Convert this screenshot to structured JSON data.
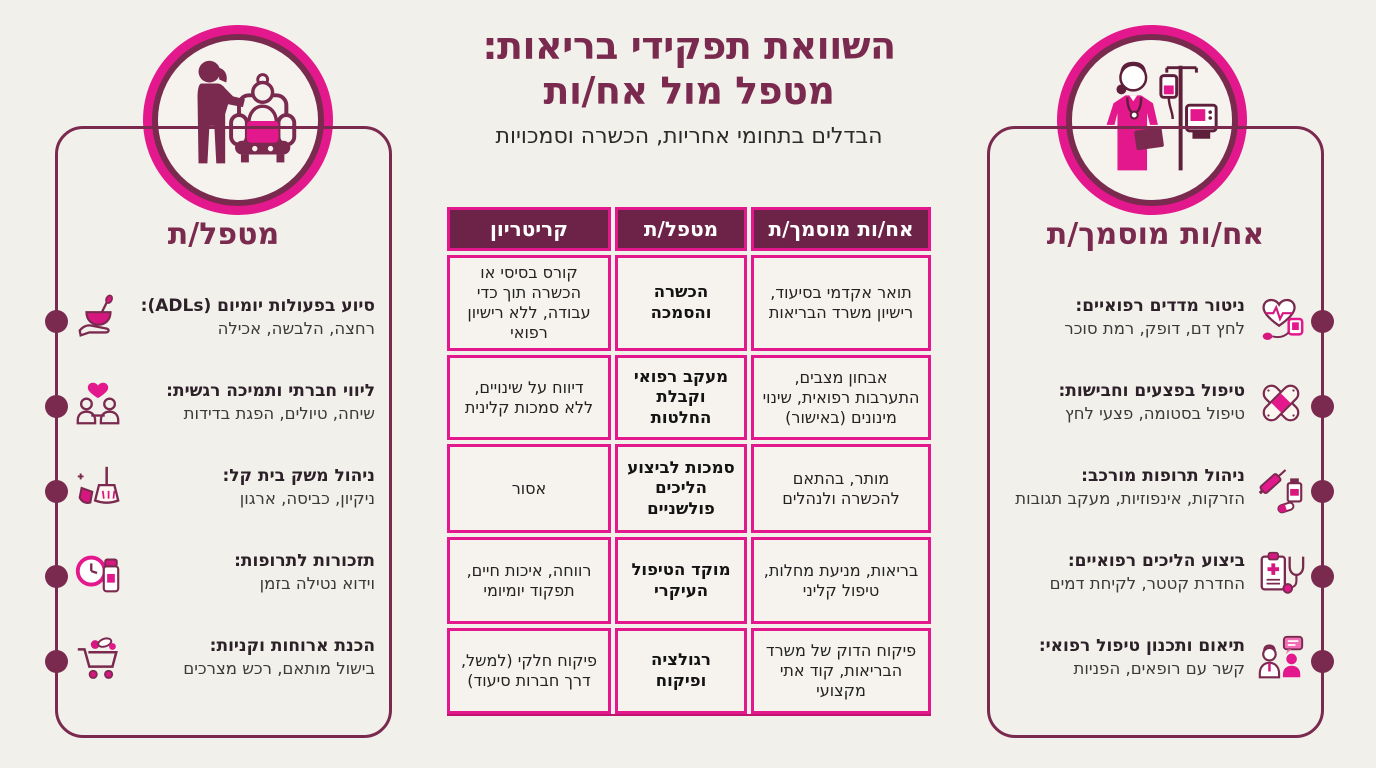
{
  "colors": {
    "background": "#f2f0ea",
    "maroon": "#7a2a4e",
    "header_maroon": "#6d2347",
    "magenta": "#e3188c",
    "deep_pink": "#d6177f"
  },
  "title": {
    "line1": "השוואת תפקידי בריאות:",
    "line2": "מטפל מול אח/ות",
    "subtitle": "הבדלים בתחומי אחריות, הכשרה וסמכויות"
  },
  "left_panel": {
    "title": "מטפל/ת",
    "illustration": "caregiver-with-elderly-illustration",
    "items": [
      {
        "icon": "bowl-hand-icon",
        "bold": "סיוע בפעולות יומיום (ADLs):",
        "text": "רחצה, הלבשה, אכילה"
      },
      {
        "icon": "people-heart-icon",
        "bold": "ליווי חברתי ותמיכה רגשית:",
        "text": "שיחה, טיולים, הפגת בדידות"
      },
      {
        "icon": "broom-dustpan-icon",
        "bold": "ניהול משק בית קל:",
        "text": "ניקיון, כביסה, ארגון"
      },
      {
        "icon": "clock-medicine-icon",
        "bold": "תזכורות לתרופות:",
        "text": "וידוא נטילה בזמן"
      },
      {
        "icon": "grocery-cart-icon",
        "bold": "הכנת ארוחות וקניות:",
        "text": "בישול מותאם, רכש מצרכים"
      }
    ]
  },
  "right_panel": {
    "title": "אח/ות מוסמך/ת",
    "illustration": "nurse-with-iv-illustration",
    "items": [
      {
        "icon": "heart-monitor-icon",
        "bold": "ניטור מדדים רפואיים:",
        "text": "לחץ דם, דופק, רמת סוכר"
      },
      {
        "icon": "bandage-icon",
        "bold": "טיפול בפצעים וחבישות:",
        "text": "טיפול בסטומה, פצעי לחץ"
      },
      {
        "icon": "syringe-meds-icon",
        "bold": "ניהול תרופות מורכב:",
        "text": "הזרקות, אינפוזיות, מעקב תגובות"
      },
      {
        "icon": "clipboard-stethoscope-icon",
        "bold": "ביצוע הליכים רפואיים:",
        "text": "החדרת קטטר, לקיחת דמים"
      },
      {
        "icon": "doctor-chat-icon",
        "bold": "תיאום ותכנון טיפול רפואי:",
        "text": "קשר עם רופאים, הפניות"
      }
    ]
  },
  "table": {
    "headers": {
      "nurse": "אח/ות מוסמך/ת",
      "caregiver": "מטפל/ת",
      "criterion": "קריטריון"
    },
    "rows": [
      {
        "nurse": "תואר אקדמי בסיעוד, רישיון משרד הבריאות",
        "criterion": "הכשרה והסמכה",
        "caregiver": "קורס בסיסי או הכשרה תוך כדי עבודה, ללא רישיון רפואי"
      },
      {
        "nurse": "אבחון מצבים, התערבות רפואית, שינוי מינונים (באישור)",
        "criterion": "מעקב רפואי וקבלת החלטות",
        "caregiver": "דיווח על שינויים, ללא סמכות קלינית"
      },
      {
        "nurse": "מותר, בהתאם להכשרה ולנהלים",
        "criterion": "סמכות לביצוע הליכים פולשניים",
        "caregiver": "אסור"
      },
      {
        "nurse": "בריאות, מניעת מחלות, טיפול קליני",
        "criterion": "מוקד הטיפול העיקרי",
        "caregiver": "רווחה, איכות חיים, תפקוד יומיומי"
      },
      {
        "nurse": "פיקוח הדוק של משרד הבריאות, קוד אתי מקצועי",
        "criterion": "רגולציה ופיקוח",
        "caregiver": "פיקוח חלקי (למשל, דרך חברות סיעוד)"
      }
    ]
  }
}
